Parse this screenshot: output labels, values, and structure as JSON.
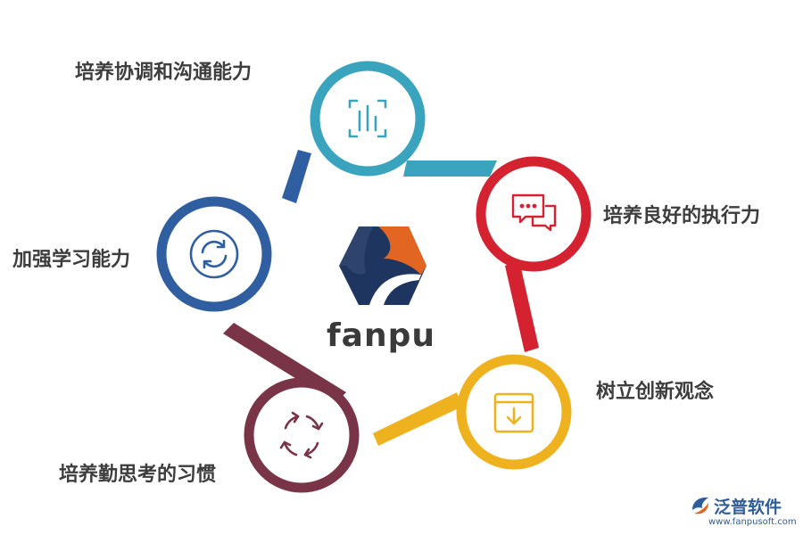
{
  "center": {
    "brand": "fanpu"
  },
  "nodes": [
    {
      "label": "培养协调和沟通能力",
      "icon": "bar-chart-icon",
      "color": "#3aa3bd"
    },
    {
      "label": "培养良好的执行力",
      "icon": "chat-bubbles-icon",
      "color": "#d42230"
    },
    {
      "label": "树立创新观念",
      "icon": "download-box-icon",
      "color": "#efb21f"
    },
    {
      "label": "培养勤思考的习惯",
      "icon": "cycle-arrows-icon",
      "color": "#7a3447"
    },
    {
      "label": "加强学习能力",
      "icon": "refresh-icon",
      "color": "#2f5ea1"
    }
  ],
  "watermark": {
    "name": "泛普软件",
    "url": "www.fanpusoft.com"
  }
}
